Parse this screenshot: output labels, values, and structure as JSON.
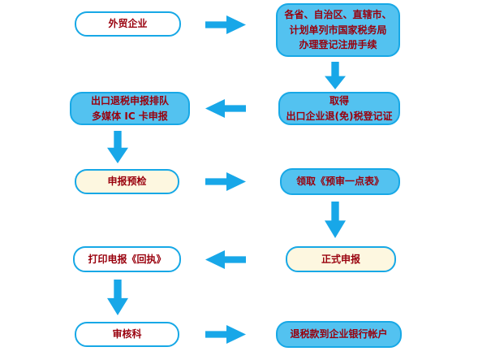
{
  "palette": {
    "accent": "#18a7e8",
    "node_border": "#17a8e6",
    "node_fill_blue": "#53c2f0",
    "node_fill_cream": "#fdf7e0",
    "node_fill_white": "#ffffff",
    "text_color": "#99000d",
    "background": "#ffffff"
  },
  "flow": {
    "nodes": [
      {
        "id": "foreign-trade-enterprise",
        "label": "外贸企业"
      },
      {
        "id": "tax-bureau-registration",
        "label": "各省、自治区、直辖市、\n计划单列市国家税务局\n办理登记注册手续"
      },
      {
        "id": "obtain-registration-cert",
        "label": "取得\n出口企业退(免)税登记证"
      },
      {
        "id": "declaration-queue-ic-card",
        "label": "出口退税申报排队\n多媒体 IC 卡申报"
      },
      {
        "id": "declaration-precheck",
        "label": "申报预检"
      },
      {
        "id": "receive-preaudit-form",
        "label": "领取《预审一点表》"
      },
      {
        "id": "formal-declaration",
        "label": "正式申报"
      },
      {
        "id": "print-telegraph-receipt",
        "label": "打印电报《回执》"
      },
      {
        "id": "audit-section",
        "label": "审核科"
      },
      {
        "id": "refund-to-bank-account",
        "label": "退税款到企业银行帐户"
      }
    ]
  }
}
